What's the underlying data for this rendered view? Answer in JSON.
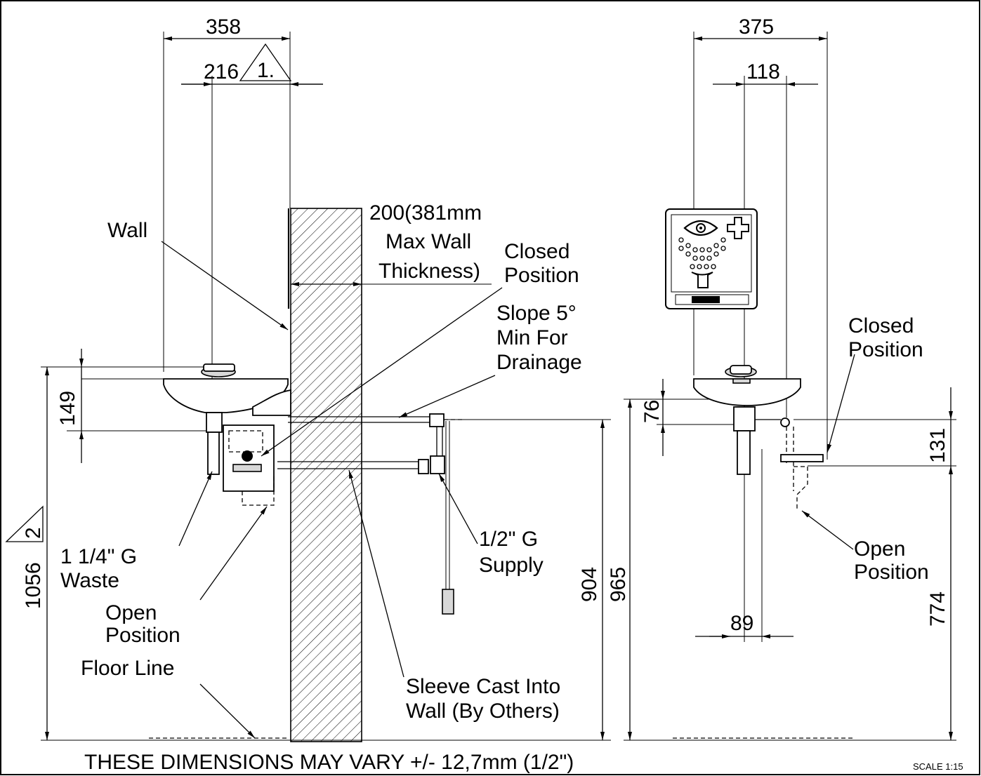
{
  "dimensions": {
    "side_width": "358",
    "side_offset": "216",
    "side_bowl_height": "149",
    "side_total_height": "1056",
    "side_inlet_height": "904",
    "front_width": "375",
    "front_center_offset": "118",
    "front_bowl_height": "76",
    "front_total_height": "965",
    "front_waste_offset": "89",
    "front_valve_drop": "131",
    "front_valve_height": "774"
  },
  "revision_markers": {
    "marker_1": "1.",
    "marker_2": "2"
  },
  "labels": {
    "wall": "Wall",
    "wall_thickness_line1": "200(381mm",
    "wall_thickness_line2": "Max Wall",
    "wall_thickness_line3": "Thickness)",
    "closed_position_side_line1": "Closed",
    "closed_position_side_line2": "Position",
    "slope_line1": "Slope 5°",
    "slope_line2": "Min For",
    "slope_line3": "Drainage",
    "waste_line1": "1 1/4\" G",
    "waste_line2": "Waste",
    "open_position_side_line1": "Open",
    "open_position_side_line2": "Position",
    "floor_line": "Floor Line",
    "supply_line1": "1/2\" G",
    "supply_line2": "Supply",
    "sleeve_line1": "Sleeve Cast Into",
    "sleeve_line2": "Wall (By Others)",
    "closed_position_front_line1": "Closed",
    "closed_position_front_line2": "Position",
    "open_position_front_line1": "Open",
    "open_position_front_line2": "Position"
  },
  "footer": {
    "tolerance_note": "THESE DIMENSIONS MAY VARY +/- 12,7mm (1/2\")",
    "scale": "SCALE 1:15"
  },
  "icons": [
    "eyewash-sign-icon",
    "first-aid-cross-icon",
    "eye-icon",
    "brand-logo-icon"
  ]
}
